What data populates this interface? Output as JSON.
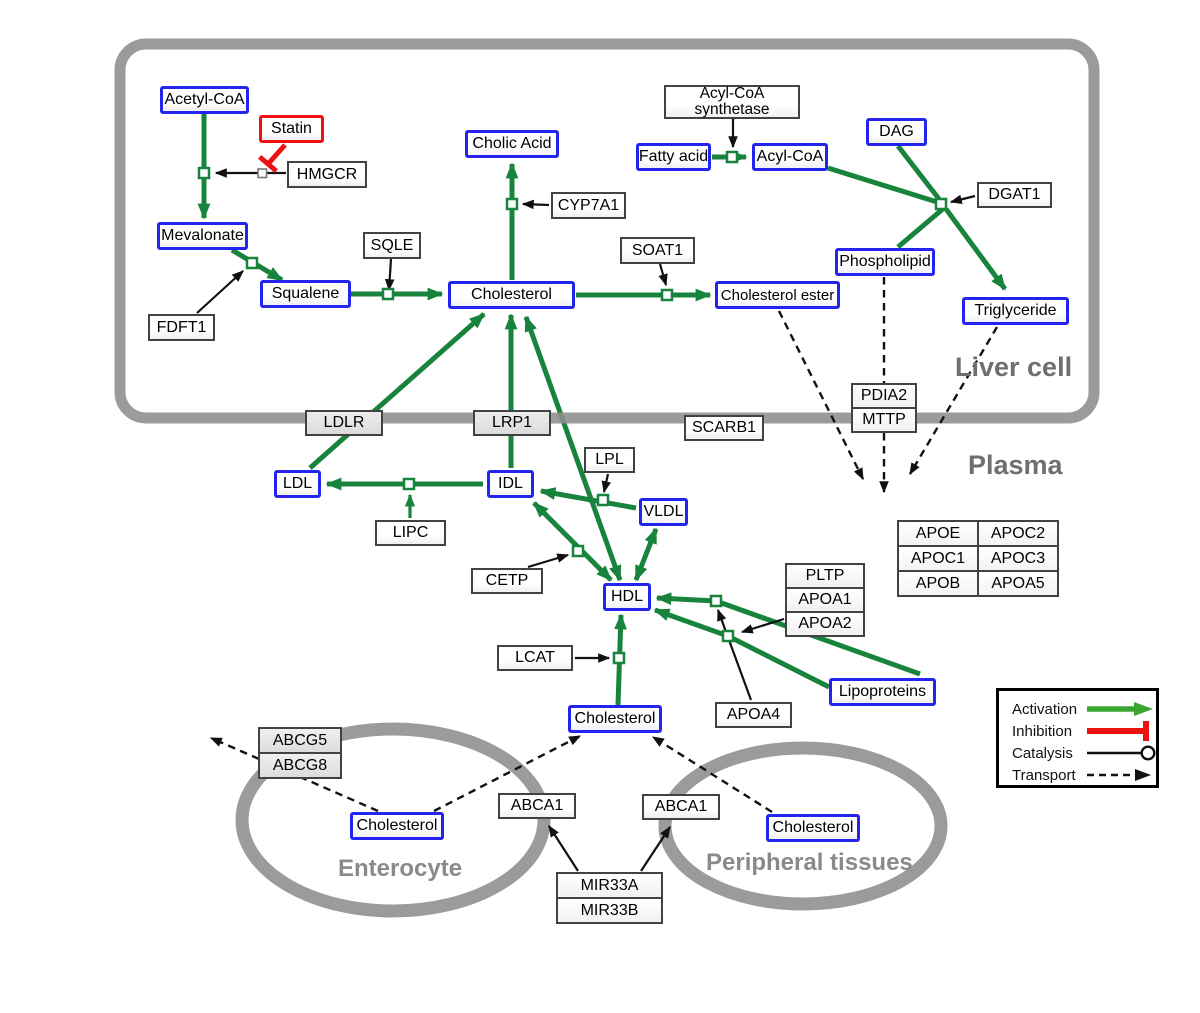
{
  "regions": {
    "liver": "Liver cell",
    "plasma": "Plasma",
    "enterocyte": "Enterocyte",
    "peripheral": "Peripheral tissues"
  },
  "nodes": {
    "acetyl_coa": "Acetyl-CoA",
    "statin": "Statin",
    "hmgcr": "HMGCR",
    "mevalonate": "Mevalonate",
    "fdft1": "FDFT1",
    "squalene": "Squalene",
    "sqle": "SQLE",
    "cholic_acid": "Cholic Acid",
    "cyp7a1": "CYP7A1",
    "cholesterol_liver": "Cholesterol",
    "soat1": "SOAT1",
    "cholesterol_ester": "Cholesterol ester",
    "fatty_acid": "Fatty acid",
    "acyl_coa_synthetase": "Acyl-CoA\nsynthetase",
    "acyl_coa": "Acyl-CoA",
    "dag": "DAG",
    "dgat1": "DGAT1",
    "phospholipid": "Phospholipid",
    "triglyceride": "Triglyceride",
    "ldlr": "LDLR",
    "lrp1": "LRP1",
    "scarb1": "SCARB1",
    "ldl": "LDL",
    "idl": "IDL",
    "vldl": "VLDL",
    "lpl": "LPL",
    "lipc": "LIPC",
    "cetp": "CETP",
    "hdl": "HDL",
    "lcat": "LCAT",
    "apoa4": "APOA4",
    "lipoproteins": "Lipoproteins",
    "cholesterol_plasma": "Cholesterol",
    "abca1_enterocyte": "ABCA1",
    "abca1_peripheral": "ABCA1",
    "cholesterol_enterocyte": "Cholesterol",
    "cholesterol_peripheral": "Cholesterol"
  },
  "tables": {
    "pdia2_mttp": [
      "PDIA2",
      "MTTP"
    ],
    "apolipoproteins": [
      [
        "APOE",
        "APOC2"
      ],
      [
        "APOC1",
        "APOC3"
      ],
      [
        "APOB",
        "APOA5"
      ]
    ],
    "pltp_apoa": [
      "PLTP",
      "APOA1",
      "APOA2"
    ],
    "abcg": [
      "ABCG5",
      "ABCG8"
    ],
    "mir33": [
      "MIR33A",
      "MIR33B"
    ]
  },
  "legend": {
    "activation": "Activation",
    "inhibition": "Inhibition",
    "catalysis": "Catalysis",
    "transport": "Transport"
  },
  "colors": {
    "pathway_green": "#18833c",
    "activation_green": "#3aa62f",
    "inhibition_red": "#ee1111",
    "metabolite_border": "#2424ef",
    "enzyme_border": "#424242",
    "membrane_gray": "#8d8d8d",
    "label_gray": "#6f6f6f"
  }
}
